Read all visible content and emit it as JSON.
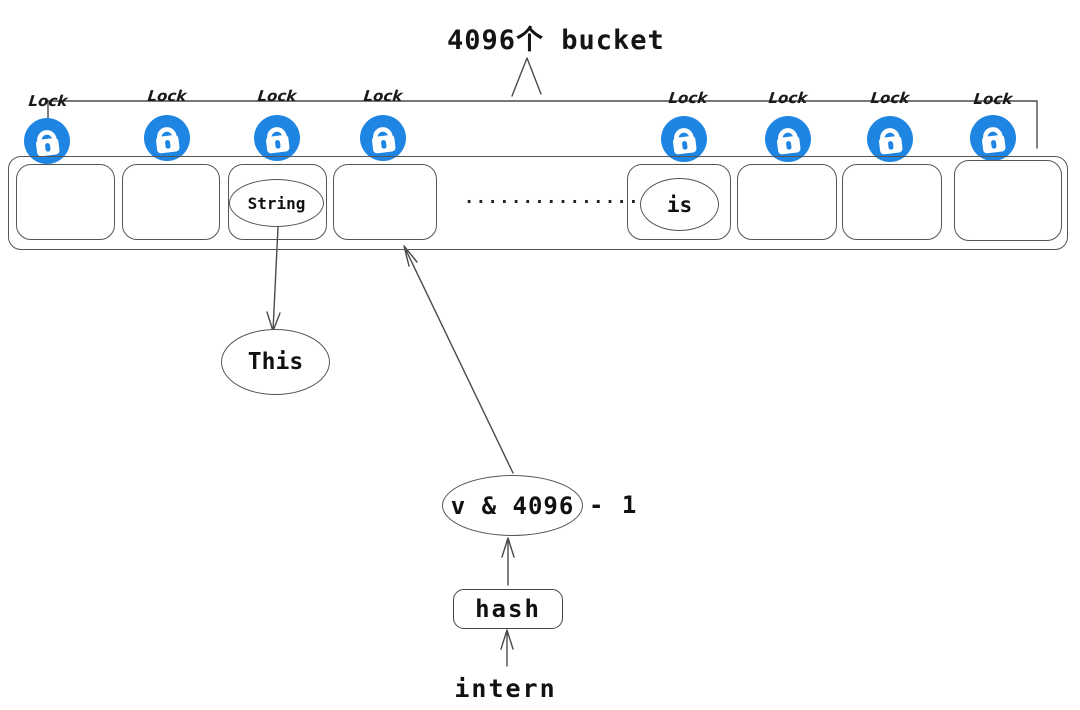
{
  "title": "4096个 bucket",
  "locks": [
    {
      "label": "Lock"
    },
    {
      "label": "Lock"
    },
    {
      "label": "Lock"
    },
    {
      "label": "Lock"
    },
    {
      "label": "Lock"
    },
    {
      "label": "Lock"
    },
    {
      "label": "Lock"
    },
    {
      "label": "Lock"
    }
  ],
  "buckets": [
    {
      "content": ""
    },
    {
      "content": ""
    },
    {
      "content": "String"
    },
    {
      "content": ""
    },
    {
      "content": "is"
    },
    {
      "content": ""
    },
    {
      "content": ""
    },
    {
      "content": ""
    }
  ],
  "ellipsis": "...............",
  "nodes": {
    "this": "This",
    "mask_expr": "v & 4096",
    "mask_suffix": "- 1",
    "hash": "hash",
    "intern": "intern"
  },
  "colors": {
    "lock_blue": "#1e86e2",
    "stroke": "#4a4a4a"
  }
}
